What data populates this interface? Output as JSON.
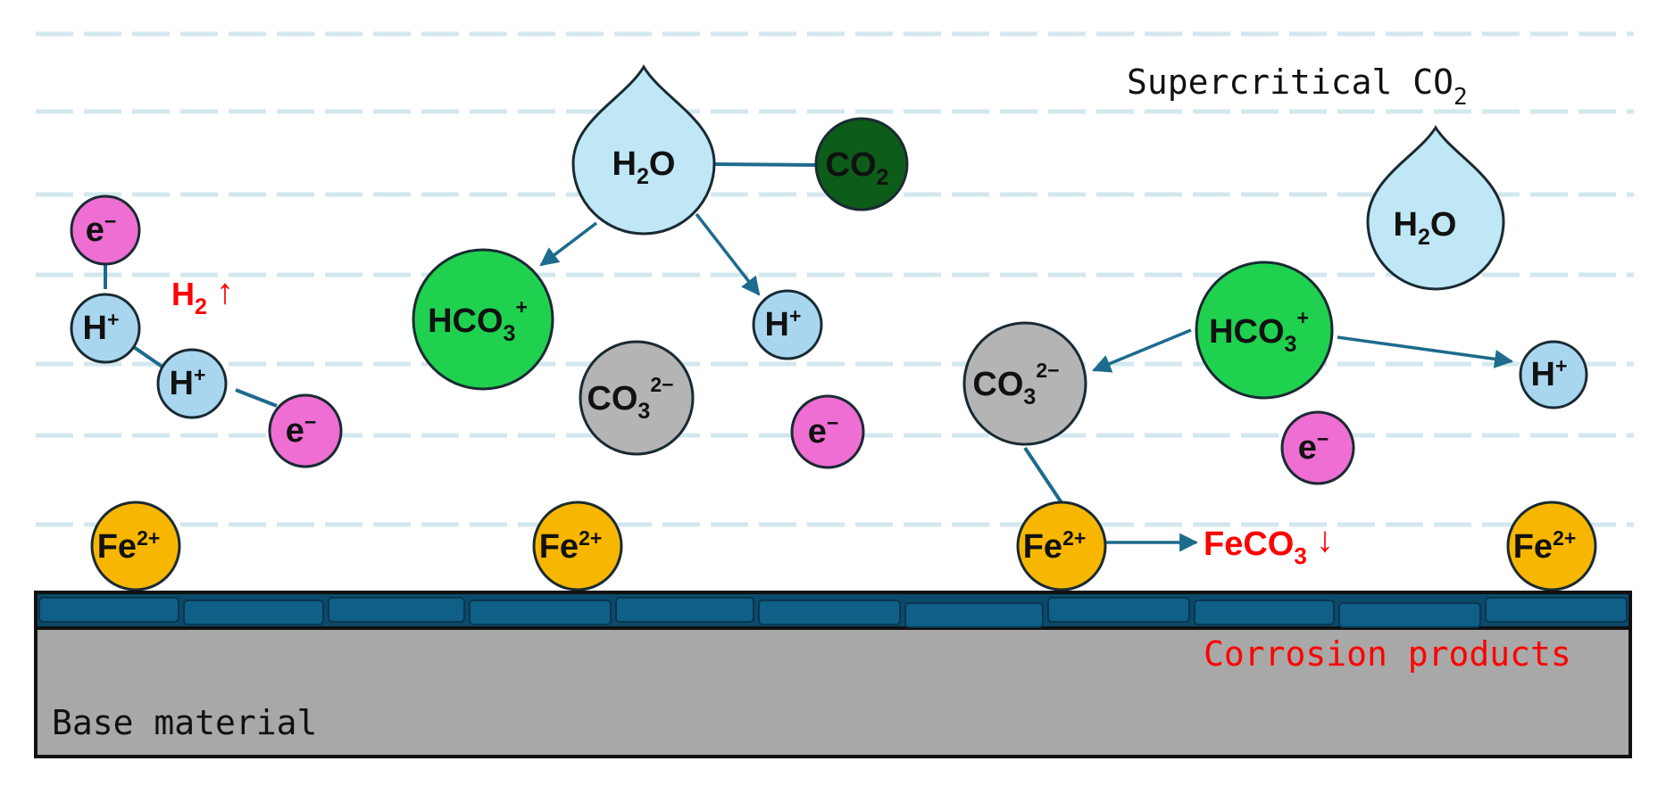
{
  "colors": {
    "water": "#bfe7f5",
    "co2": "#0d5c19",
    "hco3": "#1fd14f",
    "co3": "#b4b4b4",
    "h_ion": "#a9d6ef",
    "electron": "#ee6ed3",
    "fe": "#f7b700",
    "corrosion_layer": "#0f5f86",
    "base": "#a8a8a8",
    "accent_red": "#ff0000",
    "arrow": "#1d6b8d"
  },
  "labels": {
    "supercritical": "Supercritical CO",
    "supercritical_sub": "2",
    "base_material": "Base material",
    "corrosion_products": "Corrosion products"
  },
  "species": {
    "h2o": {
      "main": "H",
      "sub": "2",
      "tail": "O"
    },
    "co2": {
      "main": "CO",
      "sub": "2"
    },
    "hco3": {
      "main": "HCO",
      "sub": "3",
      "sup": "+"
    },
    "co3": {
      "main": "CO",
      "sub": "3",
      "sup": "2−"
    },
    "h_ion": {
      "main": "H",
      "sup": "+"
    },
    "electron": {
      "main": "e",
      "sup": "−"
    },
    "fe": {
      "main": "Fe",
      "sup": "2+"
    },
    "h2_product": {
      "main": "H",
      "sub": "2",
      "arrow": "↑"
    },
    "feco3_product": {
      "main": "FeCO",
      "sub": "3",
      "arrow": "↓"
    }
  },
  "icons": [
    "water-droplet-icon",
    "up-arrow-icon",
    "down-arrow-icon"
  ]
}
